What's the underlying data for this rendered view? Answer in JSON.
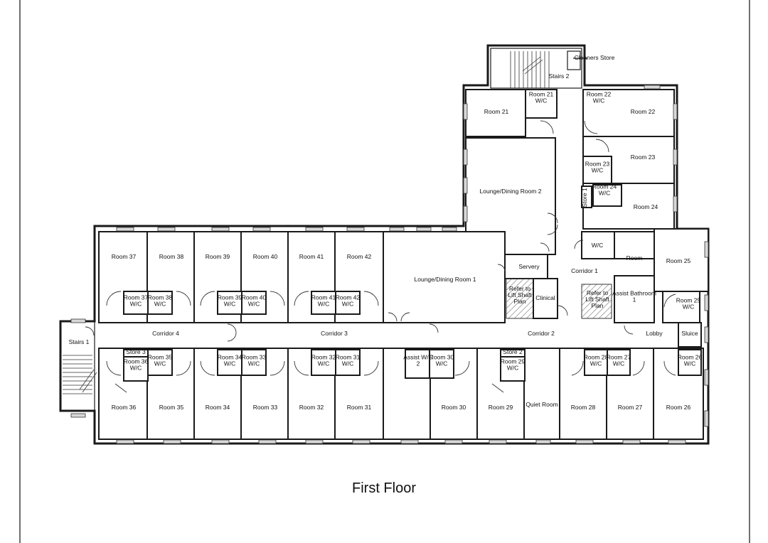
{
  "title": "First Floor",
  "rooms": [
    {
      "id": "cleaners-store",
      "label": "Cleaners Store"
    },
    {
      "id": "stairs-2",
      "label": "Stairs 2"
    },
    {
      "id": "room-21",
      "label": "Room 21"
    },
    {
      "id": "room-21-wc",
      "label": "Room 21 W/C"
    },
    {
      "id": "room-22-wc",
      "label": "Room 22 W/C"
    },
    {
      "id": "room-22",
      "label": "Room 22"
    },
    {
      "id": "room-23",
      "label": "Room 23"
    },
    {
      "id": "room-23-wc",
      "label": "Room 23 W/C"
    },
    {
      "id": "room-24-wc",
      "label": "Room 24 W/C"
    },
    {
      "id": "store-1",
      "label": "Store 1"
    },
    {
      "id": "room-24",
      "label": "Room 24"
    },
    {
      "id": "lounge-2",
      "label": "Lounge/Dining Room 2"
    },
    {
      "id": "wc",
      "label": "W/C"
    },
    {
      "id": "room-partial",
      "label": "Room"
    },
    {
      "id": "room-25",
      "label": "Room 25"
    },
    {
      "id": "servery",
      "label": "Servery"
    },
    {
      "id": "corridor-1",
      "label": "Corridor 1"
    },
    {
      "id": "lift-shaft-a",
      "label": "Refer to Lift Shaft Plan"
    },
    {
      "id": "clinical",
      "label": "Clinical"
    },
    {
      "id": "lift-shaft-b",
      "label": "Refer to Lift Shaft Plan"
    },
    {
      "id": "assist-bathroom-1",
      "label": "Assist Bathroom 1"
    },
    {
      "id": "room-25-wc",
      "label": "Room 25 W/C"
    },
    {
      "id": "lounge-1",
      "label": "Lounge/Dining Room 1"
    },
    {
      "id": "room-37",
      "label": "Room 37"
    },
    {
      "id": "room-38",
      "label": "Room 38"
    },
    {
      "id": "room-39",
      "label": "Room 39"
    },
    {
      "id": "room-40",
      "label": "Room 40"
    },
    {
      "id": "room-41",
      "label": "Room 41"
    },
    {
      "id": "room-42",
      "label": "Room 42"
    },
    {
      "id": "room-37-wc",
      "label": "Room 37 W/C"
    },
    {
      "id": "room-38-wc",
      "label": "Room 38 W/C"
    },
    {
      "id": "room-39-wc",
      "label": "Room 39 W/C"
    },
    {
      "id": "room-40-wc",
      "label": "Room 40 W/C"
    },
    {
      "id": "room-41-wc",
      "label": "Room 41 W/C"
    },
    {
      "id": "room-42-wc",
      "label": "Room 42 W/C"
    },
    {
      "id": "stairs-1",
      "label": "Stairs 1"
    },
    {
      "id": "corridor-4",
      "label": "Corridor 4"
    },
    {
      "id": "corridor-3",
      "label": "Corridor 3"
    },
    {
      "id": "corridor-2",
      "label": "Corridor 2"
    },
    {
      "id": "lobby",
      "label": "Lobby"
    },
    {
      "id": "sluice",
      "label": "Sluice"
    },
    {
      "id": "store-3",
      "label": "Store 3"
    },
    {
      "id": "room-36-wc",
      "label": "Room 36 W/C"
    },
    {
      "id": "room-35-wc",
      "label": "Room 35 W/C"
    },
    {
      "id": "room-34-wc",
      "label": "Room 34 W/C"
    },
    {
      "id": "room-33-wc",
      "label": "Room 33 W/C"
    },
    {
      "id": "room-32-wc",
      "label": "Room 32 W/C"
    },
    {
      "id": "room-31-wc",
      "label": "Room 31 W/C"
    },
    {
      "id": "assist-wc-2",
      "label": "Assist W/C 2"
    },
    {
      "id": "room-30-wc",
      "label": "Room 30 W/C"
    },
    {
      "id": "store-2",
      "label": "Store 2"
    },
    {
      "id": "room-29-wc",
      "label": "Room 29 W/C"
    },
    {
      "id": "room-28-wc",
      "label": "Room 28 W/C"
    },
    {
      "id": "room-27-wc",
      "label": "Room 27 W/C"
    },
    {
      "id": "room-26-wc",
      "label": "Room 26 W/C"
    },
    {
      "id": "room-36",
      "label": "Room 36"
    },
    {
      "id": "room-35",
      "label": "Room 35"
    },
    {
      "id": "room-34",
      "label": "Room 34"
    },
    {
      "id": "room-33",
      "label": "Room 33"
    },
    {
      "id": "room-32",
      "label": "Room 32"
    },
    {
      "id": "room-31",
      "label": "Room 31"
    },
    {
      "id": "room-30",
      "label": "Room 30"
    },
    {
      "id": "room-29",
      "label": "Room 29"
    },
    {
      "id": "quiet-room",
      "label": "Quiet Room"
    },
    {
      "id": "room-28",
      "label": "Room 28"
    },
    {
      "id": "room-27",
      "label": "Room 27"
    },
    {
      "id": "room-26",
      "label": "Room 26"
    }
  ]
}
